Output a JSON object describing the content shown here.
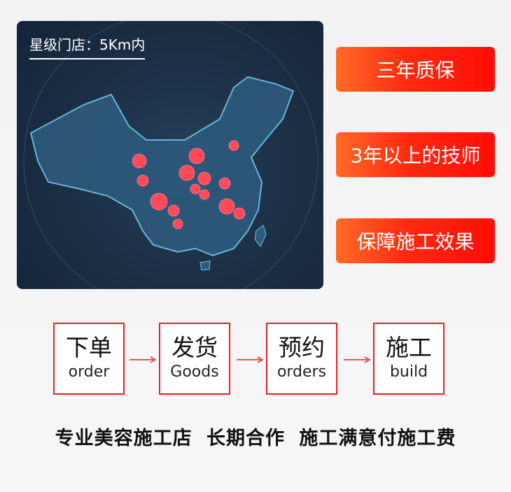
{
  "map_panel": {
    "title": "星级门店：5Km内"
  },
  "badges": [
    "三年质保",
    "3年以上的技师",
    "保障施工效果"
  ],
  "steps": [
    {
      "cn": "下单",
      "en": "order"
    },
    {
      "cn": "发货",
      "en": "Goods"
    },
    {
      "cn": "预约",
      "en": "orders"
    },
    {
      "cn": "施工",
      "en": "build"
    }
  ],
  "footer": "专业美容施工店 长期合作 施工满意付施工费",
  "colors": {
    "accent": "#ff1a0a",
    "step_border": "#e82020",
    "map_bg": "#1b2e44"
  }
}
